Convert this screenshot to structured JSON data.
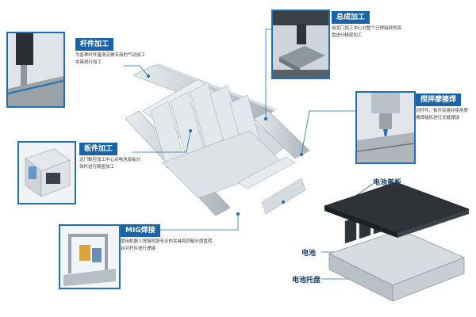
{
  "callouts": {
    "rod": {
      "title": "杆件加工",
      "desc": "为各种杆件量身定做专用的气动加工夹具进行加工"
    },
    "assembly": {
      "title": "总成加工",
      "desc": "用龙门加工中心对整个已焊接好的底盘进行精密加工"
    },
    "fsw": {
      "title": "搅拌摩擦焊",
      "desc": "对杆件、板件实施并使用摩擦焊接机进行无缝焊接"
    },
    "plate": {
      "title": "板件加工",
      "desc": "龙门数控加工中心对电池底板分体件进行精密加工"
    },
    "mig": {
      "title": "MIG焊接",
      "desc": "使用机器人焊接机配专业的夹具和回轴分度盘转台对杆件进行焊接"
    }
  },
  "battery_labels": {
    "cover": "电池盖板",
    "cell": "电池",
    "tray": "电池托盘"
  },
  "colors": {
    "accent": "#1a63a8",
    "leader": "#1f6fb5"
  }
}
